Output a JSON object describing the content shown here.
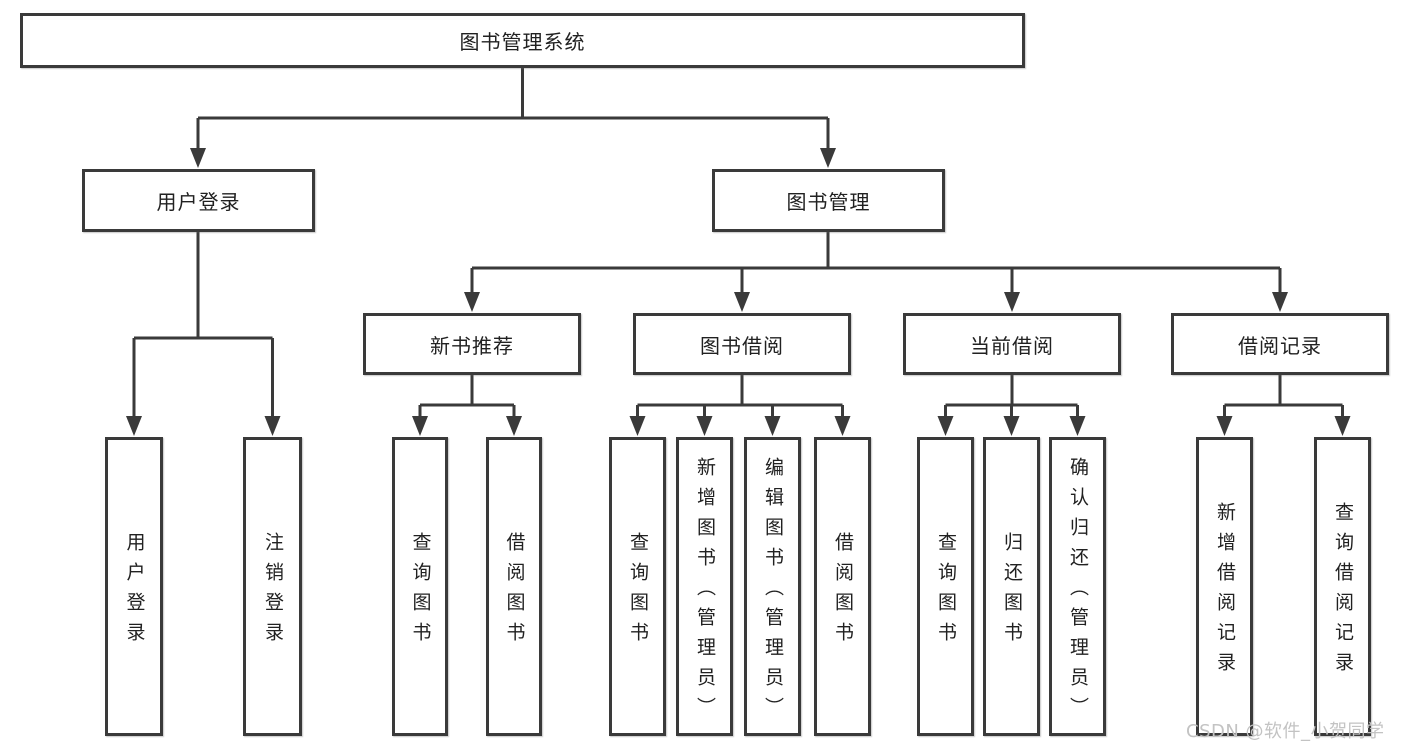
{
  "diagram": {
    "root": {
      "label": "图书管理系统"
    },
    "branches": [
      {
        "label": "用户登录",
        "children": [
          {
            "label": "用户登录"
          },
          {
            "label": "注销登录"
          }
        ]
      },
      {
        "label": "图书管理",
        "children": [
          {
            "label": "新书推荐",
            "children": [
              {
                "label": "查询图书"
              },
              {
                "label": "借阅图书"
              }
            ]
          },
          {
            "label": "图书借阅",
            "children": [
              {
                "label": "查询图书"
              },
              {
                "label": "新增图书（管理员）"
              },
              {
                "label": "编辑图书（管理员）"
              },
              {
                "label": "借阅图书"
              }
            ]
          },
          {
            "label": "当前借阅",
            "children": [
              {
                "label": "查询图书"
              },
              {
                "label": "归还图书"
              },
              {
                "label": "确认归还（管理员）"
              }
            ]
          },
          {
            "label": "借阅记录",
            "children": [
              {
                "label": "新增借阅记录"
              },
              {
                "label": "查询借阅记录"
              }
            ]
          }
        ]
      }
    ]
  },
  "watermark": {
    "text": "CSDN @软件_小贺同学"
  },
  "colors": {
    "line": "#3a3a3a",
    "box_border": "#3a3a3a",
    "text": "#212121",
    "watermark": "#c3c3c3",
    "background": "#ffffff"
  }
}
